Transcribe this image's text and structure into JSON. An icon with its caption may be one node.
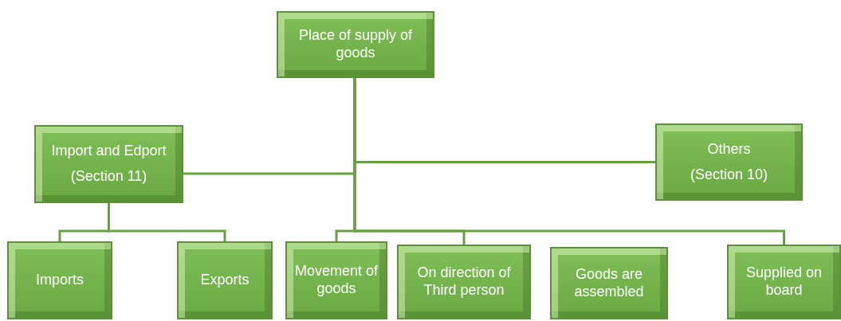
{
  "diagram": {
    "nodes": [
      {
        "text": [
          "Place of supply of goods"
        ]
      },
      {
        "text": [
          "Import and Edport",
          "(Section 11)"
        ]
      },
      {
        "text": [
          "Others",
          "(Section 10)"
        ]
      },
      {
        "text": [
          "Imports"
        ]
      },
      {
        "text": [
          "Exports"
        ]
      },
      {
        "text": [
          "Movement of goods"
        ]
      },
      {
        "text": [
          "On direction of Third person"
        ]
      },
      {
        "text": [
          "Goods are assembled"
        ]
      },
      {
        "text": [
          "Supplied on board"
        ]
      }
    ],
    "edges": [
      {
        "from": 0,
        "to": 1,
        "arrow": "none"
      },
      {
        "from": 0,
        "to": 2,
        "arrow": "none"
      },
      {
        "from": 1,
        "to": 3,
        "arrow": "none"
      },
      {
        "from": 1,
        "to": 4,
        "arrow": "none"
      },
      {
        "from": 0,
        "to": 5,
        "arrow": "none"
      },
      {
        "from": 0,
        "to": 6,
        "arrow": "none"
      },
      {
        "from": 0,
        "to": 8,
        "arrow": "none"
      }
    ]
  }
}
